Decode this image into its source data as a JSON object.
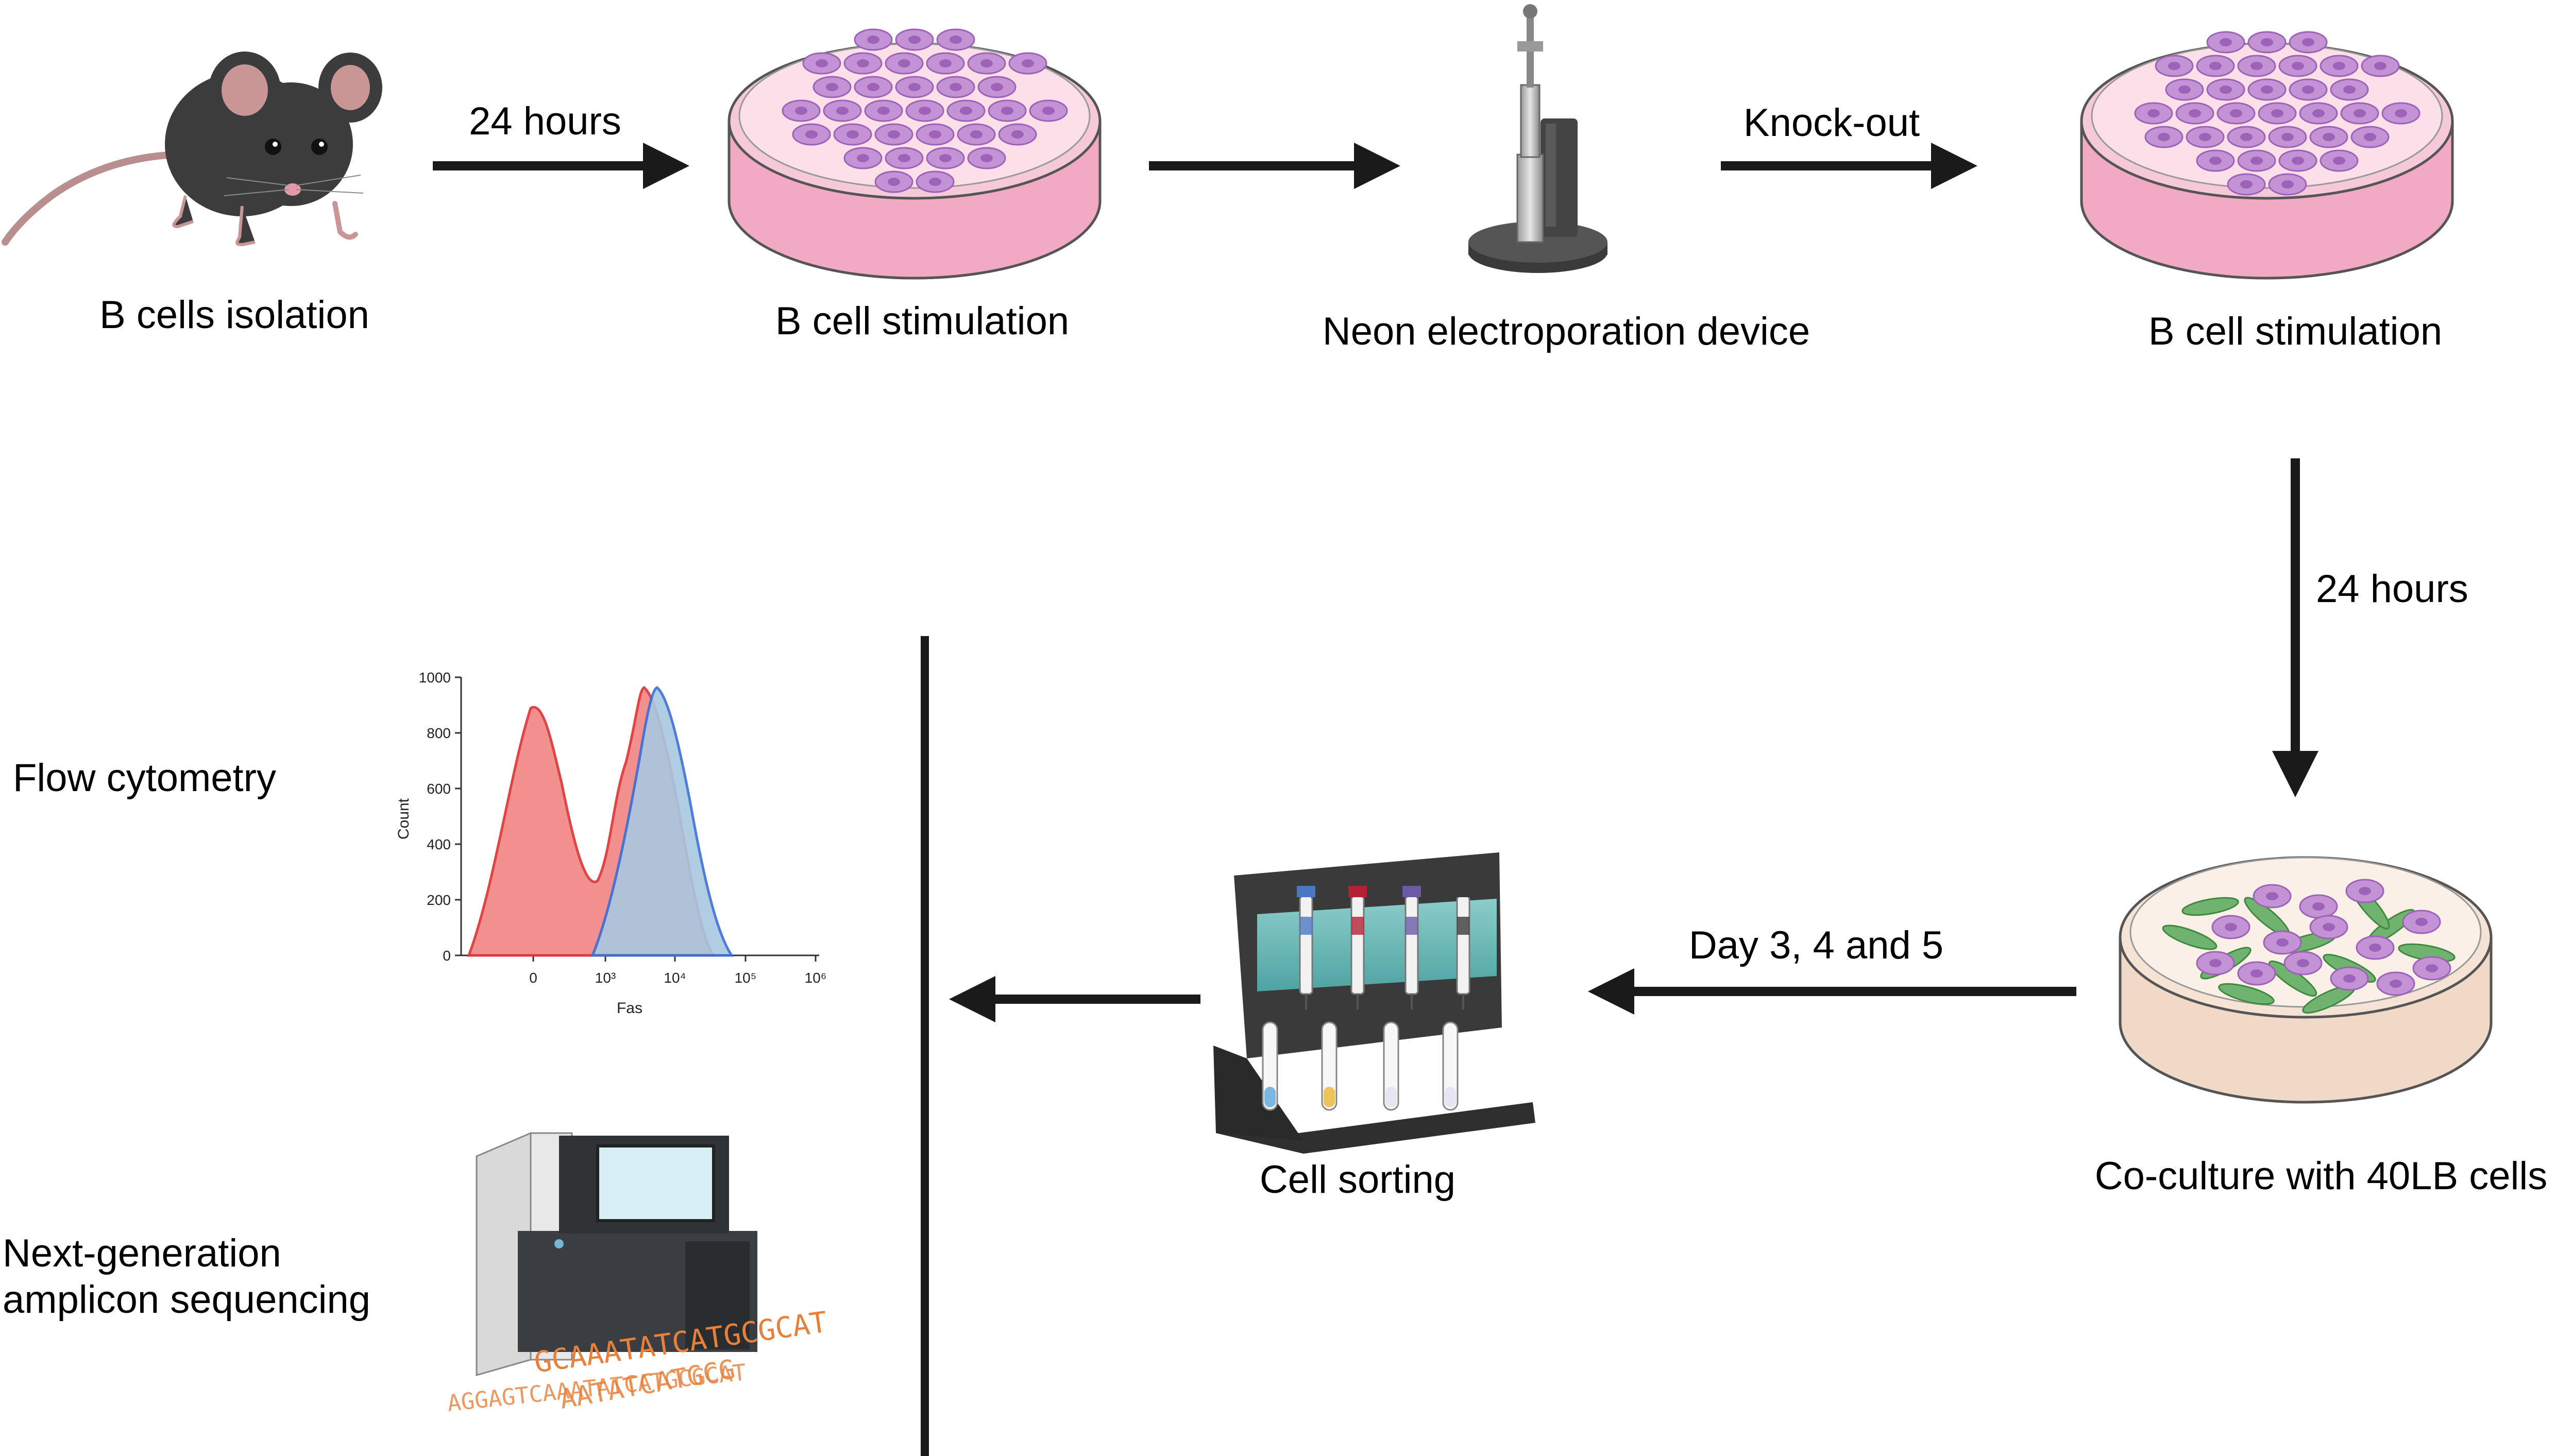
{
  "labels": {
    "b_cells_isolation": "B cells isolation",
    "hours_24_a": "24 hours",
    "b_cell_stimulation_1": "B cell stimulation",
    "neon_device": "Neon electroporation device",
    "knock_out": "Knock-out",
    "b_cell_stimulation_2": "B cell stimulation",
    "hours_24_b": "24 hours",
    "co_culture": "Co-culture with 40LB cells",
    "day_345": "Day 3, 4 and 5",
    "cell_sorting": "Cell sorting",
    "flow_cytometry": "Flow cytometry",
    "ngs_line1": "Next-generation",
    "ngs_line2": "amplicon sequencing"
  },
  "histogram": {
    "y_label": "Count",
    "x_label": "Fas",
    "y_ticks": [
      "0",
      "200",
      "400",
      "600",
      "800",
      "1000"
    ],
    "x_ticks": [
      "0",
      "10³",
      "10⁴",
      "10⁵",
      "10⁶"
    ]
  },
  "dna_sequences": [
    "GCAAATATCATGCGCAT",
    "AATATCATGCG",
    "AGGAGTCAAATATCATGCGCAT"
  ],
  "colors": {
    "mouse": "#3d3c3c",
    "dish_pink": "#f6c9d8",
    "cell_purple": "#c493d6",
    "co_culture_bg": "#f5e4d6",
    "green_cell": "#6fb36f",
    "hist_red": "#f28b8b",
    "hist_blue": "#a8c8e0",
    "dna_orange": "#e8803a"
  }
}
